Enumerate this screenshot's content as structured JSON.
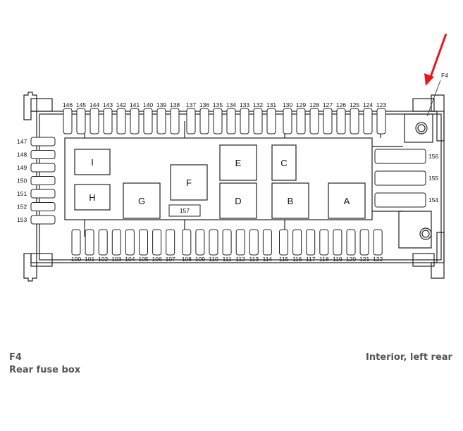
{
  "pointer_label": "F4",
  "top_fuses": [
    "146",
    "145",
    "144",
    "143",
    "142",
    "141",
    "140",
    "139",
    "138",
    "137",
    "136",
    "135",
    "134",
    "133",
    "132",
    "131",
    "130",
    "129",
    "128",
    "127",
    "126",
    "125",
    "124",
    "123"
  ],
  "bottom_fuses": [
    "100",
    "101",
    "102",
    "103",
    "104",
    "105",
    "106",
    "107",
    "108",
    "109",
    "110",
    "111",
    "112",
    "113",
    "114",
    "115",
    "116",
    "117",
    "118",
    "119",
    "120",
    "121",
    "122"
  ],
  "left_fuses": [
    "147",
    "148",
    "149",
    "150",
    "151",
    "152",
    "153"
  ],
  "right_fuses": [
    "156",
    "155",
    "154"
  ],
  "relays": [
    "I",
    "H",
    "G",
    "F",
    "E",
    "D",
    "C",
    "B",
    "A"
  ],
  "small_fuse": "157",
  "caption": {
    "code": "F4",
    "title": "Rear fuse box",
    "location": "Interior, left rear"
  },
  "colors": {
    "arrow": "#e8171c",
    "line": "#222222",
    "caption": "#555555"
  }
}
